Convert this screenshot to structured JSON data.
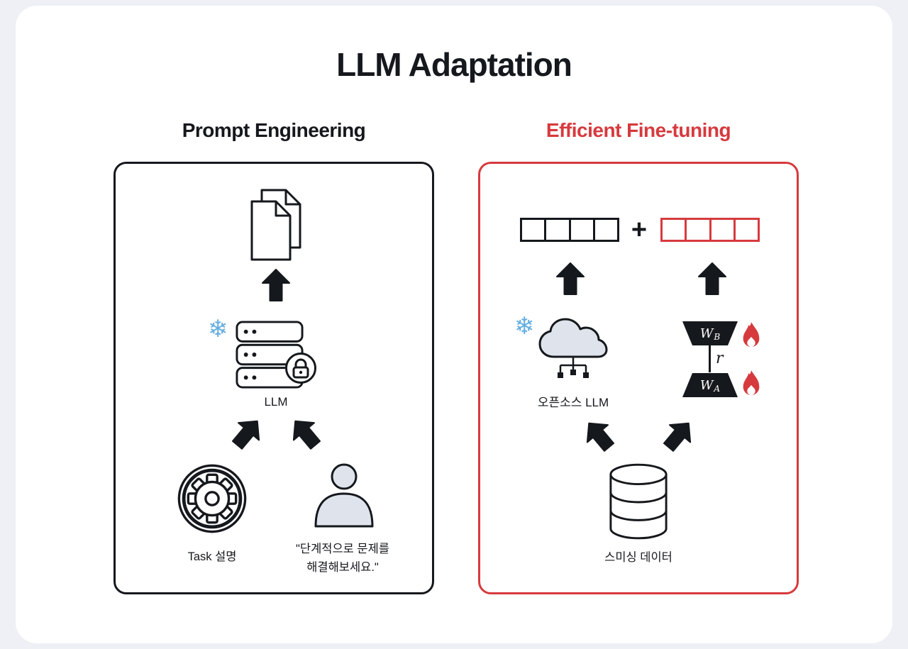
{
  "title": "LLM Adaptation",
  "colors": {
    "background": "#eef0f6",
    "card": "#ffffff",
    "ink": "#15181c",
    "accent_red": "#d63a3e",
    "snowflake_blue": "#64aee0",
    "icon_fill": "#dfe4ec"
  },
  "icons": {
    "snowflake_char": "❄",
    "plus_char": "+"
  },
  "left_panel": {
    "heading": "Prompt Engineering",
    "llm_label": "LLM",
    "task_label": "Task 설명",
    "quote_line1": "\"단계적으로 문제를",
    "quote_line2": "해결해보세요.\""
  },
  "right_panel": {
    "heading": "Efficient Fine-tuning",
    "open_source_llm_label": "오픈소스 LLM",
    "wb_main": "W",
    "wb_sub": "B",
    "wa_main": "W",
    "wa_sub": "A",
    "rank_label": "r",
    "data_label": "스미싱 데이터"
  }
}
